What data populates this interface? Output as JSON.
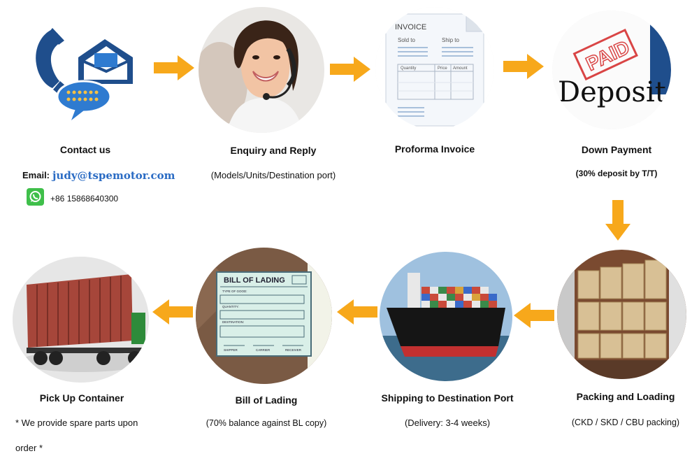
{
  "steps": [
    {
      "title": "Contact us",
      "subtitle": ""
    },
    {
      "title": "Enquiry and Reply",
      "subtitle": "(Models/Units/Destination port)"
    },
    {
      "title": "Proforma Invoice",
      "subtitle": ""
    },
    {
      "title": "Down Payment",
      "subtitle": "(30% deposit by T/T)"
    },
    {
      "title": "Packing and Loading",
      "subtitle": "(CKD / SKD / CBU packing)"
    },
    {
      "title": "Shipping to Destination Port",
      "subtitle": "(Delivery: 3-4 weeks)"
    },
    {
      "title": "Bill of Lading",
      "subtitle": "(70% balance against BL copy)"
    },
    {
      "title": "Pick Up Container",
      "subtitle": ""
    }
  ],
  "contact": {
    "email_label": "Email:",
    "email_value": "judy@tspemotor.com",
    "phone": "+86 15868640300",
    "icon": "whatsapp-icon"
  },
  "note": {
    "line1": "* We provide spare parts upon",
    "line2": "order *"
  },
  "images": {
    "invoice": {
      "heading": "INVOICE",
      "sold_to": "Sold to",
      "ship_to": "Ship to",
      "col1": "Quantity",
      "col2": "Price",
      "col3": "Amount"
    },
    "deposit": {
      "stamp": "PAID",
      "word": "Deposit"
    },
    "bill": {
      "heading": "BILL OF LADING",
      "type": "TYPE OF GOOD:",
      "quantity": "QUANTITY:",
      "destination": "DESTINATION:",
      "shipper": "SHIPPER",
      "carrier": "CARRIER",
      "receiver": "RECEIVER"
    }
  },
  "colors": {
    "arrow": "#f7a81b",
    "email": "#2b6cc4",
    "whatsapp": "#3fbf4a"
  }
}
